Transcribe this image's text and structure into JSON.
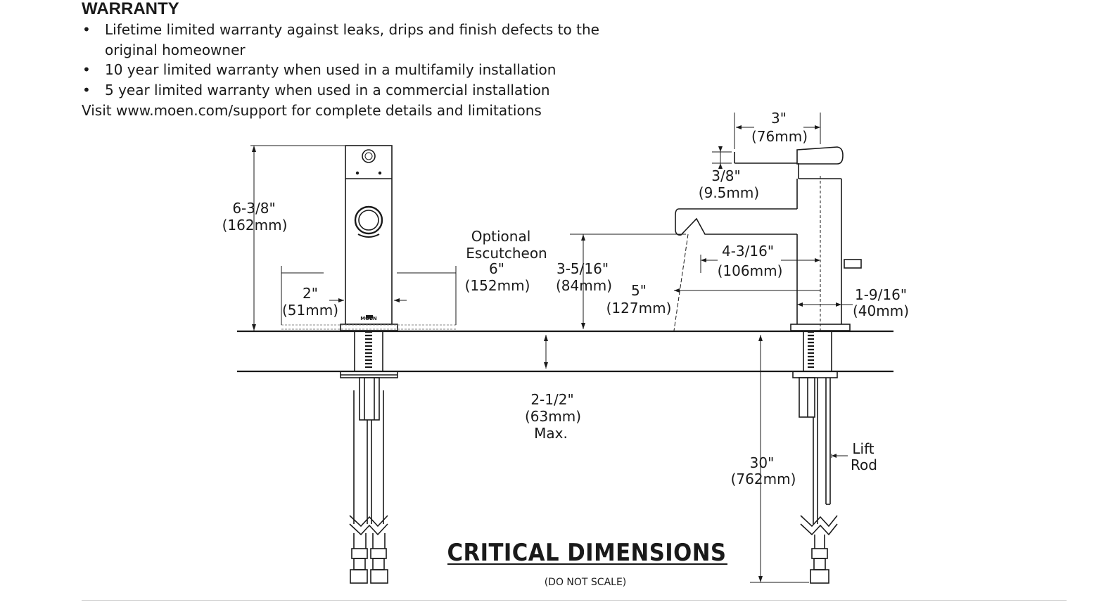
{
  "warranty": {
    "title": "WARRANTY",
    "items": [
      "Lifetime limited warranty against leaks, drips and finish defects to the original homeowner",
      "10 year limited warranty when used in a multifamily installation",
      "5 year limited warranty when used in a commercial installation"
    ],
    "visit": "Visit www.moen.com/support for complete details and limitations"
  },
  "diagram": {
    "title": "CRITICAL DIMENSIONS",
    "subtitle": "(DO NOT SCALE)",
    "brand_mark": "MOEN",
    "dims": {
      "height_in": "6-3/8\"",
      "height_mm": "(162mm)",
      "base_in": "2\"",
      "base_mm": "(51mm)",
      "esc_1": "Optional",
      "esc_2": "Escutcheon",
      "esc_in": "6\"",
      "esc_mm": "(152mm)",
      "spout_h_in": "3-5/16\"",
      "spout_h_mm": "(84mm)",
      "reach_angle_in": "5\"",
      "reach_angle_mm": "(127mm)",
      "handle_in": "3\"",
      "handle_mm": "(76mm)",
      "handle_t_in": "3/8\"",
      "handle_t_mm": "(9.5mm)",
      "reach_in": "4-3/16\"",
      "reach_mm": "(106mm)",
      "body_in": "1-9/16\"",
      "body_mm": "(40mm)",
      "deck_in": "2-1/2\"",
      "deck_mm": "(63mm)",
      "deck_max": "Max.",
      "supply_in": "30\"",
      "supply_mm": "(762mm)",
      "lift_1": "Lift",
      "lift_2": "Rod"
    }
  }
}
